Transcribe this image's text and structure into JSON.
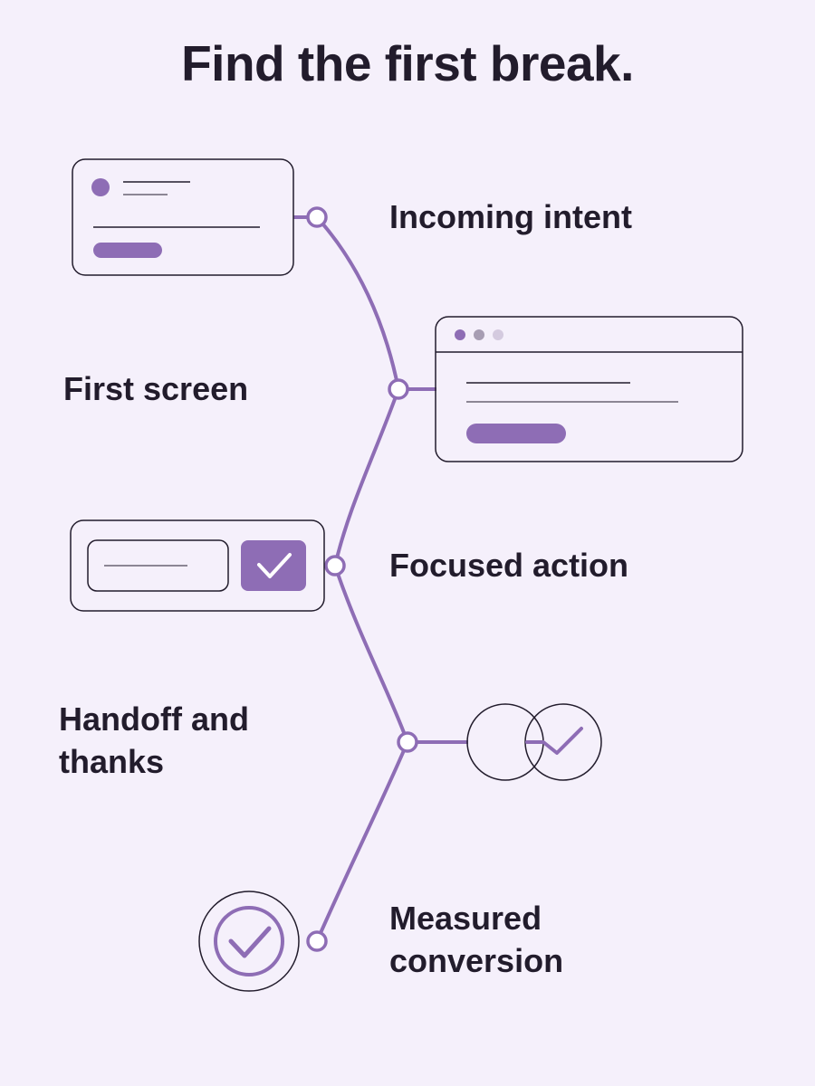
{
  "title": "Find the first break.",
  "colors": {
    "background": "#f5f0fb",
    "accent": "#8e6db5",
    "ink": "#221c2c"
  },
  "steps": [
    {
      "label": "Incoming intent",
      "icon": "message-card-icon"
    },
    {
      "label": "First screen",
      "icon": "browser-window-icon"
    },
    {
      "label": "Focused action",
      "icon": "form-checkbox-icon"
    },
    {
      "label": "Handoff and\nthanks",
      "icon": "overlapping-circles-check-icon"
    },
    {
      "label": "Measured\nconversion",
      "icon": "check-circle-icon"
    }
  ]
}
